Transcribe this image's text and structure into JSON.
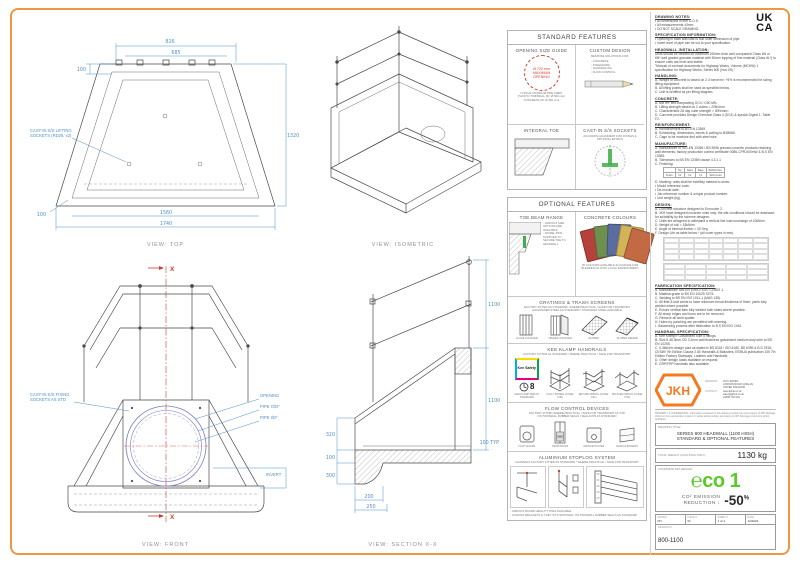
{
  "colors": {
    "frame_orange": "#ef9645",
    "dim_blue": "#4f8fca",
    "accent_red": "#d23b2f",
    "accent_green": "#3fae49",
    "eco_green": "#5bc926",
    "jkh_orange": "#f47a20",
    "chips": [
      "#b5413d",
      "#6f8f4e",
      "#5a6ca0",
      "#d2b457",
      "#c26a44"
    ]
  },
  "views": {
    "top": {
      "caption": "VIEW: TOP",
      "socket_label": "CAST-IN S/S LIFTING\nSOCKETS (RD26, x2)",
      "dims": {
        "outer_top": "826",
        "inner_top": "685",
        "top_offset": "100",
        "height": "1320",
        "inner_bottom": "1560",
        "outer_bottom": "1740",
        "corner": "100"
      }
    },
    "isometric": {
      "caption": "VIEW: ISOMETRIC"
    },
    "front": {
      "caption": "VIEW: FRONT",
      "section_marker": "X",
      "socket_label": "CAST-IN S/S FIXING\nSOCKETS AS STD",
      "labels": {
        "opening": "OPENING",
        "pipe_od": "PIPE O/D*",
        "pipe_id": "PIPE I/D*",
        "invert": "INVERT"
      }
    },
    "section": {
      "caption": "VIEW: SECTION X-X",
      "dims": {
        "rail_height": "1100",
        "wall_height": "1100",
        "face": "320",
        "slab": "100",
        "toe": "300",
        "toe_width": "200",
        "toe_outer": "250",
        "typ": "100 TYP"
      }
    }
  },
  "standard_features": {
    "title": "STANDARD FEATURES",
    "opening_guide": {
      "title": "OPENING SIZE GUIDE",
      "circle": "Ø 720 mm\nMAXIMUM\nOPENING",
      "notes": "TYPICAL MAXIMUM PIPE SIZES:\nPLASTIC TWINWALL (ID: Ø 600 mm)\nCONCRETE (ID: Ø 450 mm)"
    },
    "custom_design": {
      "title": "CUSTOM DESIGN",
      "subtitle": "BESPOKE SOLUTIONS FOR:",
      "bullets": "◦  CONCRETE\n◦  STEELWORK\n◦  HANDRAILING\n◦  FLOW CONTROL"
    },
    "integral_toe": {
      "title": "INTEGRAL TOE"
    },
    "sockets": {
      "title": "CAST-IN S/S SOCKETS",
      "subtitle": "ACCURATE ALIGNMENT FOR FIXINGS & OPTIONAL EXTRAS"
    }
  },
  "optional_features": {
    "title": "OPTIONAL FEATURES",
    "toe_beam": {
      "title": "TOE BEAM RANGE",
      "bullets": "◦  VARIOUS SIZE OPTIONS ARE AVAILABLE\n◦  DOWEL PINS SUPPLIED TO SECURE TOE TO HEADWALL"
    },
    "colours": {
      "title": "CONCRETE COLOURS",
      "note": "30 COLOURS AVAILABLE IN A RANGE FOR BLENDING IN WITH LOCAL ENVIRONMENT"
    },
    "gratings": {
      "title": "GRATINGS & TRASH SCREENS",
      "subtitle": "FACTORY FITTED AS STANDARD, WHERE PRACTICAL / SAFE FOR TRANSPORT",
      "subtitle2": "GALVANISED STEEL AS STANDARD / STAINLESS STEEL AVAILABLE",
      "captions": [
        "CLOSE COUPLED",
        "HINGED COUPLED",
        "SLOPED",
        "SLOPED HINGED"
      ]
    },
    "handrails": {
      "title": "KEE KLAMP HANDRAILS",
      "subtitle": "FACTORY FITTED AS STANDARD / WHERE PRACTICAL / SAFE FOR TRANSPORT",
      "kee_brand": "Kee Safety",
      "size_badge": "8",
      "captions": [
        "KEE KLAMP Ø48 AS STANDARD",
        "FULLY BOXED (CODE: K30)",
        "RETURN WINGS (CODE: K31)",
        "SPLAYED WINGS (CODE: K32)"
      ]
    },
    "flow": {
      "title": "FLOW CONTROL DEVICES",
      "subtitle": "FACTORY FITTED WHERE PRACTICAL / SAFE FOR TRANSPORT AS STD",
      "subtitle2": "ON TWINWALL RUBBER SEALS / SEALANTS AS STANDARD",
      "captions": [
        "FLAP VALVES",
        "PENSTOCKS",
        "ORIFICE PLATES",
        "BAFFLE BOARDS"
      ]
    },
    "stoplog": {
      "title": "ALUMINIUM STOPLOG SYSTEM",
      "subtitle": "CHANNELS FACTORY FITTED AS STANDARD * WHERE PRACTICAL / SAFE FOR TRANSPORT",
      "bullets": "◦  VARIOUS BOARD HEIGHT TYPES AVAILABLE\n◦  LOCKING BRACKETS & T-KEY KITS SUPPLIED, ON TWINWALL RUBBER SEALS AS STANDARD"
    }
  },
  "notes": {
    "sections_a": [
      {
        "heading": "DRAWING NOTES:",
        "body": "•  All dimensions in mm U.O.S.\n•  All measurements ±3mm\n•  DO NOT SCALE DRAWING."
      },
      {
        "heading": "SPECIFICATION INFORMATION:",
        "body": "•  Opening in back wall cast to suit outer dimension of pipe\n•  Invert level of pipe can be cut to your specification."
      },
      {
        "heading": "HEADWALL INSTALLATION:",
        "body": "Units should be bedded on minimum 150mm thick well compacted Class 6N or 6N* well graded granular material with 50mm topping of fine material (Class 6L*) to ensure units are level and stable.\n\"Manual of contract documents for Highway Works, Volume (MCHW) 1 specification for Highway Works, Series 600 (Nov 09).\""
      },
      {
        "heading": "HANDLING:",
        "body": "A.  Weight of concrete is based on 2.4 tonne/m³; +5% is recommended for sizing lifting equipment.\nB.  All lifting points shall be used as specified below.\nC.  Unit is certified as per lifting diagram."
      },
      {
        "heading": "CONCRETE:",
        "body": "A.  Mix ref: self-compacting OC4 / C50 MN.\nB.  Lifting strength based on 2 cubes ≈ 20N/mm².\nC.  Characteristic 28 day cube strength > 50N/mm².\nD.  Concrete provides Design Chemical Class 4 (DC4) & special Digest 1: Table F2."
      },
      {
        "heading": "REINFORCEMENT:",
        "body": "A.  Reinforcement to BS EN 13369.\nB.  Scheduling, dimensions, bends & cutting to BS8666.\nC.  Cage to be machine tied with steel wire."
      },
      {
        "heading": "MANUFACTURE:",
        "body": "A.  Manufacture to ISO-EN 13369 / BS 5996 precast concrete products retaining wall elements; factory production control certificate 0086-CPR-600mW & B.S EN 13369.\nB.  Tolerances to BS EN 13369 clause 4.3.1.1\nC.  Finishing:"
      }
    ],
    "finishing_table": {
      "headers": [
        "",
        "Top",
        "Sides",
        "Base",
        "B/Wall Face"
      ],
      "row": [
        "Finish",
        "F2",
        "F2",
        "F1",
        "Self-mould"
      ]
    },
    "sections_b": [
      {
        "heading": "",
        "body": "D.  Marking: units shall be indelibly marked to show:\n•  Mould reference code.\n•  De-mould date.\n•  Job reference number & unique product number.\n•  Unit weight (kg)."
      },
      {
        "heading": "DESIGN:",
        "body": "A.  Concrete structure designed to Eurocode 2.\nB.  JKH have designed concrete units only; the site conditions should be assessed for suitability by the scheme designer.\nC.  Units are designed to withstand a vertical line load surcharge of 10kN/m².\nD.  Weight of soil = 18kN/m³\nE.  Angle of internal friction = 30 Deg\nF.  Design Life as table below * (all cover types in mm)."
      }
    ],
    "sections_c": [
      {
        "heading": "FABRICATION SPECIFICATION:",
        "body": "A.  Manufacture: AW EN 1090-2 EXC CLASS 1.\nB.  Material grade to BS EN 10025 S275.\nC.  Welding to BS EN ISO 1011-1 (MAG 135).\nD.  All fillet & butt welds to have minimum throat thickness of 5mm; joints fully welded where possible.\nE.  Ensure vertical flats fully welded both sides where possible.\nF.  All sharp edges and burrs are to be removed.\nG.  Remove all weld spatter.\nH.  Holes by punching are permitted with reaming.\nI.  Galvanizing process after fabrication to B.S EN ISO 1461."
      },
      {
        "heading": "HANDRAIL SPECIFICATION:",
        "body": "A.  Kee Klamp® Galvanized Size 8 fittings.\nB.  Size 8 48.3mm OD 3.2mm wall thickness galvanized medium duty tube to BS EN 10255.\nC.  0.36kN/m design load as stated in BS 8118 / ISO 6180, BS 6399 & B.S 7818; CESWI 7th Edition Clause 2.80 Handrails & Balusters; EEMUA publication 105 7th Edition Factory Stairways, Ladders and Handrails.\nD.  Other design loads available on request.\nE.  GRP/FRP handrails also available."
      }
    ]
  },
  "company": {
    "logo": "JKH",
    "address_label": "ADDRESS:",
    "address": "JKH LIMITED\nLODDON ROAD (ANGLIA)\nUNITED KINGDOM",
    "contact_label": "CONTACT:",
    "contact": "www.jkhuk.co.uk\nsales@jkhuk.co.uk\n01508 700 000",
    "confidential": "PROPERTY & CONFIDENTIAL: Information contained on this drawing remains the sole property of JKH Drainage Units Ltd. Any reproduction in part or in whole without written permission of JKH Drainage Units Ltd is strictly prohibited."
  },
  "title_block": {
    "title_label": "DRAWING TITLE:",
    "title": "SERIES 800 HEADWALL (1100 HIGH)\nSTANDARD & OPTIONAL FEATURES",
    "weight_label": "TOTAL WEIGHT (CASTINGS ONLY):",
    "weight_value": "1130 kg",
    "mix_label": "CONCRETE MIX DESIGN:",
    "eco_word": "℮co",
    "eco_number": "1",
    "co2_label": "CO² EMISSION\nREDUCTION ↓",
    "reduction": "-50",
    "reduction_unit": "%",
    "meta": {
      "drawn_label": "DRAWN:",
      "drawn": "PN",
      "issue_label": "ISSUE #:",
      "issue": "01",
      "sheet_label": "SHEET #:",
      "sheet": "1 of 1",
      "date_label": "DATE:",
      "date": "12/2024",
      "number_label": "DRAWING #:",
      "number": "800-1100"
    }
  },
  "ukca": "UK\nCA"
}
